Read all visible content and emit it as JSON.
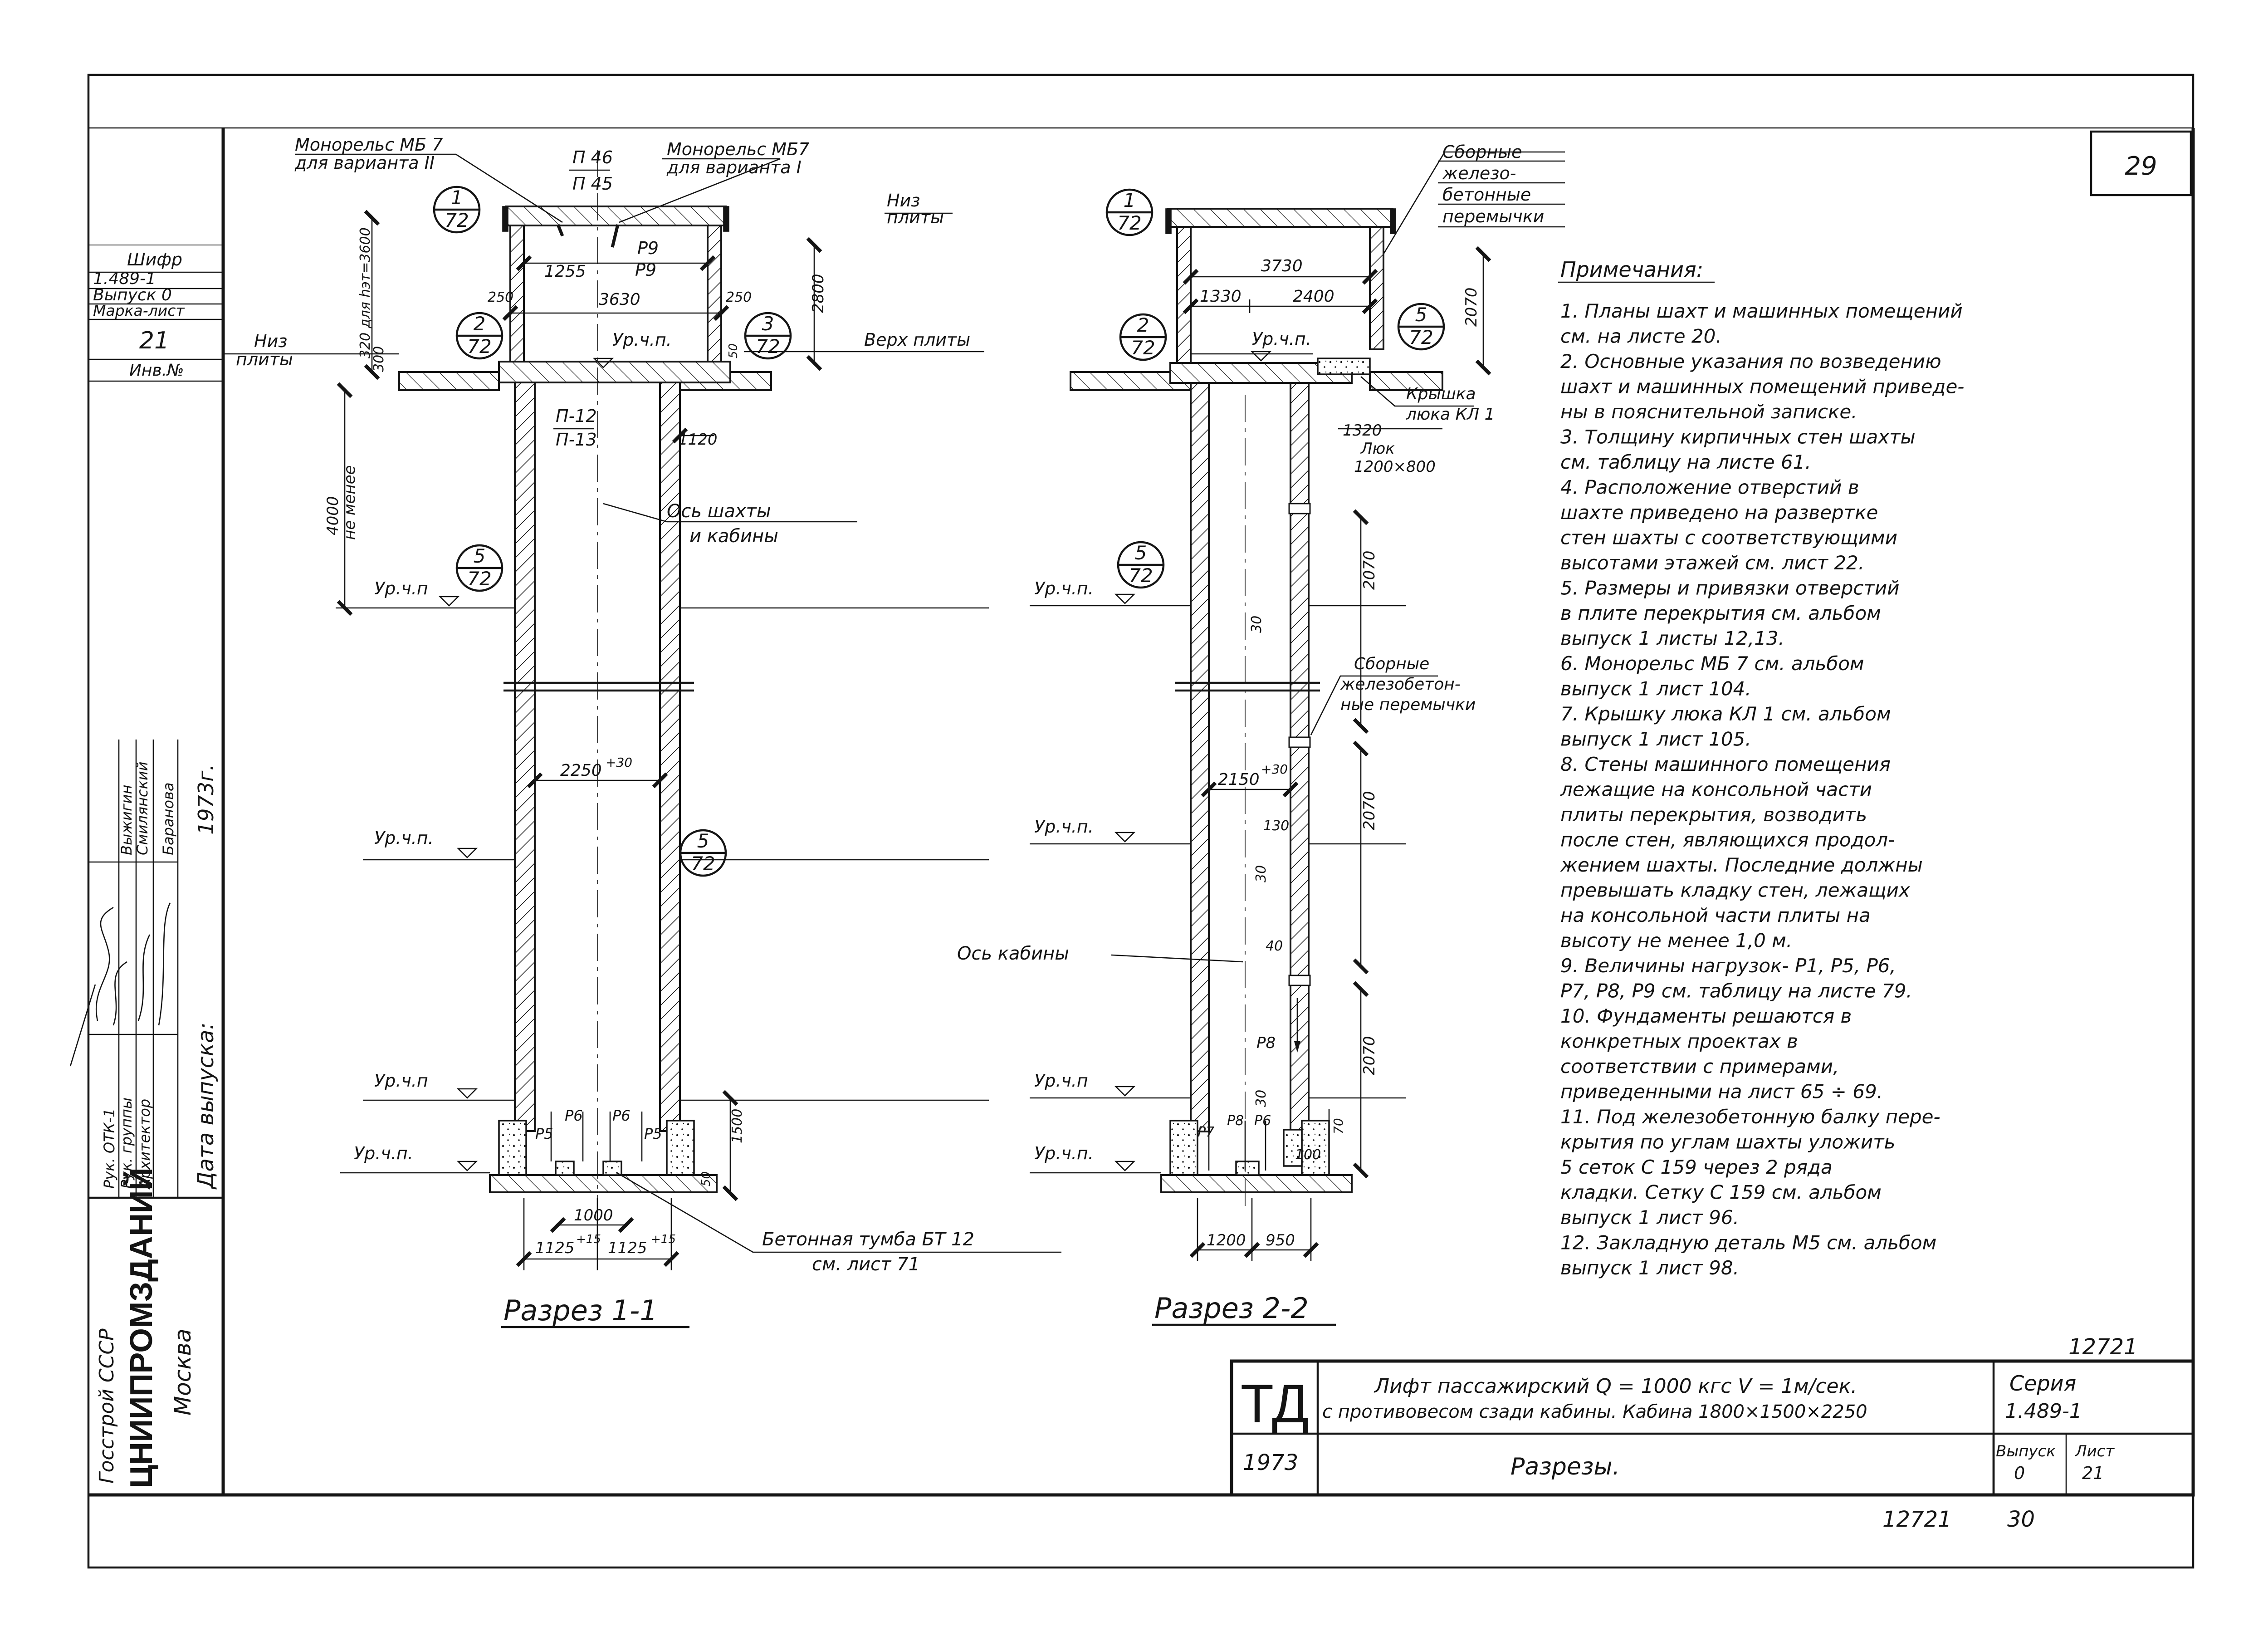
{
  "sheet": {
    "number": "29",
    "bottom_number_left": "12721",
    "bottom_number_right": "30",
    "above_title_number": "12721"
  },
  "side_strip": {
    "code_label": "Шифр",
    "code_value": "1.489-1",
    "issue": "Выпуск 0",
    "mark_sheet_label": "Марка-лист",
    "mark_sheet_value": "21",
    "inv_label": "Инв.№",
    "org_upper": "Госстрой СССР",
    "org_main": "ЦНИИПРОМЗДАНИЙ",
    "org_city": "Москва",
    "issue_date_label": "Дата выпуска:",
    "issue_year": "1973г.",
    "roles": [
      "Рук. ОТК-1",
      "Рук. группы",
      "Архитектор"
    ],
    "names": [
      "Выжигин",
      "Смилянский",
      "Баранова"
    ]
  },
  "section1": {
    "title": "Разрез 1-1",
    "monorail_left_1": "Монорельс МБ 7",
    "monorail_left_2": "для варианта II",
    "monorail_right_1": "Монорельс МБ7",
    "monorail_right_2": "для варианта I",
    "p46": "П 46",
    "p45": "П 45",
    "p9a": "Р9",
    "p9b": "Р9",
    "niz_plity_1": "Низ",
    "niz_plity_2": "плиты",
    "niz_plity_left_1": "Низ",
    "niz_plity_left_2": "плиты",
    "verh_plity": "Верх плиты",
    "dim_1255": "1255",
    "dim_3630": "3630",
    "dim_250_l": "250",
    "dim_250_r": "250",
    "dim_2800": "2800",
    "dim_300": "300",
    "dim_320": "320 для hэт=3600",
    "dim_50": "50",
    "ur_ch_p_top": "Ур.ч.п.",
    "p12": "П-12",
    "p13": "П-13",
    "dim_1120": "1120",
    "os_1": "Ось шахты",
    "os_2": "и кабины",
    "dim_4000": "4000",
    "ne_menee": "не менее",
    "ur_a": "Ур.ч.п",
    "dim_2250": "2250",
    "dim_2250_tol": "+30",
    "ur_b": "Ур.ч.п.",
    "ur_c": "Ур.ч.п",
    "ur_d": "Ур.ч.п.",
    "p5a": "Р5",
    "p6a": "Р6",
    "p6b": "Р6",
    "p5b": "Р5",
    "dim_1500": "1500",
    "dim_50b": "50",
    "dim_1000": "1000",
    "dim_1125a": "1125",
    "dim_1125b": "1125",
    "tol_15a": "+15",
    "tol_15b": "+15",
    "tumba_1": "Бетонная тумба БТ 12",
    "tumba_2": "см. лист 71",
    "bubbles": [
      {
        "top": "1",
        "bottom": "72"
      },
      {
        "top": "2",
        "bottom": "72"
      },
      {
        "top": "3",
        "bottom": "72"
      },
      {
        "top": "5",
        "bottom": "72"
      },
      {
        "top": "5",
        "bottom": "72"
      }
    ]
  },
  "section2": {
    "title": "Разрез 2-2",
    "sborn_1": "Сборные",
    "sborn_2": "железо-",
    "sborn_3": "бетонные",
    "sborn_4": "перемычки",
    "dim_3730": "3730",
    "dim_1330": "1330",
    "dim_2400": "2400",
    "dim_2070_top": "2070",
    "ur_top": "Ур.ч.п.",
    "kryshka_1": "Крышка",
    "kryshka_2": "люка КЛ 1",
    "dim_1320": "1320",
    "lyuk_1": "Люк",
    "lyuk_2": "1200×800",
    "ur_a": "Ур.ч.п.",
    "dim_2070_a": "2070",
    "dim_30a": "30",
    "sborn2_1": "Сборные",
    "sborn2_2": "железобетон-",
    "sborn2_3": "ные перемычки",
    "dim_2150": "2150",
    "dim_2150_tol": "+30",
    "ur_b": "Ур.ч.п.",
    "dim_130": "130",
    "dim_2070_b": "2070",
    "dim_30b": "30",
    "os_kab": "Ось кабины",
    "dim_40": "40",
    "p8": "Р8",
    "ur_c": "Ур.ч.п",
    "dim_2070_c": "2070",
    "dim_30c": "30",
    "ur_d": "Ур.ч.п.",
    "p7": "Р7",
    "p8b": "Р8",
    "p6": "Р6",
    "dim_70": "70",
    "dim_100": "100",
    "dim_1200": "1200",
    "dim_950": "950",
    "bubbles": [
      {
        "top": "1",
        "bottom": "72"
      },
      {
        "top": "2",
        "bottom": "72"
      },
      {
        "top": "5",
        "bottom": "72"
      },
      {
        "top": "5",
        "bottom": "72"
      }
    ]
  },
  "notes": {
    "title": "Примечания:",
    "lines": [
      "1. Планы шахт и машинных помещений",
      "см. на листе 20.",
      "2. Основные указания по возведению",
      "шахт и машинных помещений приведе-",
      "ны в пояснительной записке.",
      "3. Толщину кирпичных стен шахты",
      "см. таблицу на листе 61.",
      "4. Расположение отверстий в",
      "шахте приведено на развертке",
      "стен шахты с соответствующими",
      "высотами этажей см. лист 22.",
      "5. Размеры и привязки отверстий",
      "в плите перекрытия см. альбом",
      "выпуск 1 листы 12,13.",
      "6. Монорельс МБ 7 см. альбом",
      "выпуск 1 лист 104.",
      "7. Крышку люка КЛ 1 см. альбом",
      "выпуск 1 лист 105.",
      "8. Стены машинного помещения",
      "лежащие на консольной части",
      "плиты перекрытия, возводить",
      "после стен, являющихся продол-",
      "жением шахты. Последние должны",
      "превышать кладку стен, лежащих",
      "на консольной части плиты на",
      "высоту не менее 1,0 м.",
      "9. Величины нагрузок- Р1, Р5, Р6,",
      "Р7, Р8, Р9 см. таблицу на листе 79.",
      "10. Фундаменты решаются в",
      "конкретных проектах в",
      "соответствии с примерами,",
      "приведенными на лист 65 ÷ 69.",
      "11. Под железобетонную балку пере-",
      "крытия по углам шахты уложить",
      "5 сеток С 159 через 2 ряда",
      "кладки. Сетку С 159 см. альбом",
      "выпуск 1 лист 96.",
      "12. Закладную деталь М5 см. альбом",
      "выпуск 1 лист 98."
    ]
  },
  "title_block": {
    "logo": "ТД",
    "year": "1973",
    "title_line1": "Лифт пассажирский Q = 1000 кгс V = 1м/сек.",
    "title_line2": "с противовесом сзади кабины. Кабина 1800×1500×2250",
    "subtitle": "Разрезы.",
    "series_label": "Серия",
    "series_value": "1.489-1",
    "issue_label": "Выпуск",
    "issue_value": "0",
    "sheet_label": "Лист",
    "sheet_value": "21"
  }
}
